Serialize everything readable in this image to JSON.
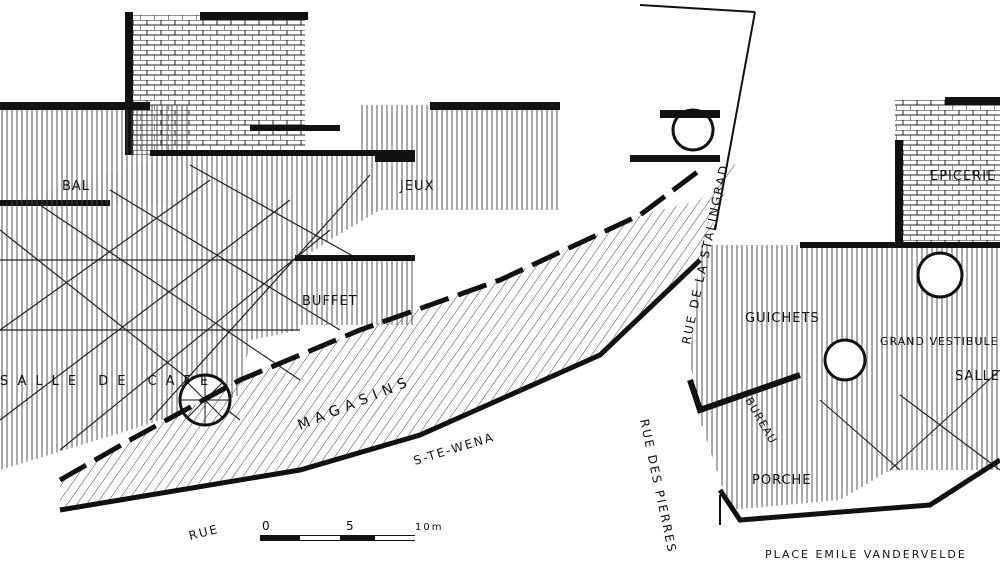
{
  "rooms": {
    "bal": "BAL",
    "jeux": "JEUX",
    "buffet": "BUFFET",
    "salle_de_cafe": "SALLE DE CAFE",
    "magasins": "MAGASINS",
    "epicerie": "EPICERIE",
    "guichets": "GUICHETS",
    "grand_vestibule": "GRAND VESTIBULE",
    "salle": "SALLE",
    "porche": "PORCHE",
    "bureau": "BUREAU"
  },
  "streets": {
    "rue_stalingrad": "RUE DE LA STALINGRAD",
    "rue_des_pierres": "RUE DES PIERRES",
    "avenue": "S-TE-WENA",
    "rue_bottom": "RUE",
    "place": "PLACE EMILE VANDERVELDE"
  },
  "scale": {
    "ticks": [
      "0",
      "5",
      "10m"
    ]
  }
}
